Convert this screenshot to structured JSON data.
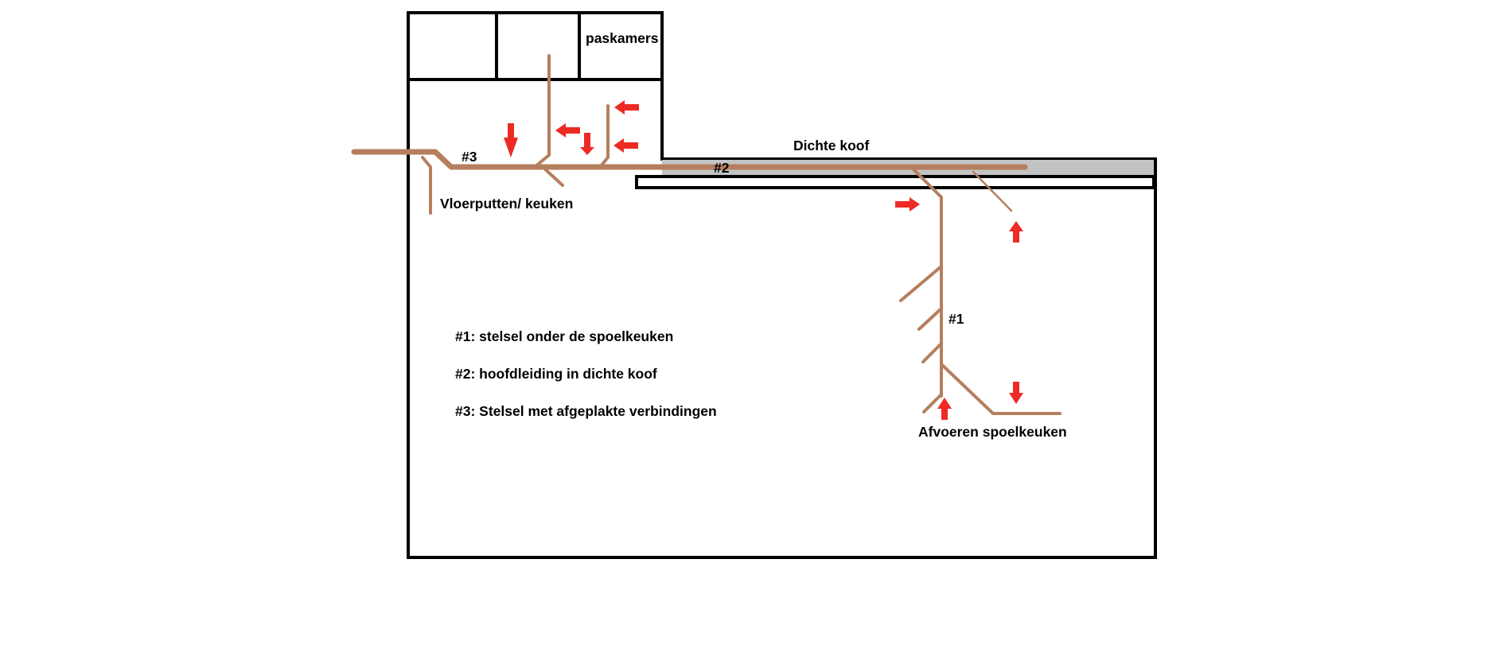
{
  "colors": {
    "wall": "#000000",
    "pipe": "#b57f5e",
    "arrow": "#ee2a24",
    "koof_fill": "#c3c3c3",
    "background": "#ffffff"
  },
  "labels": {
    "paskamers": "paskamers",
    "dichte_koof": "Dichte koof",
    "pipe_3": "#3",
    "pipe_2": "#2",
    "pipe_1": "#1",
    "vloerputten": "Vloerputten/ keuken",
    "afvoeren": "Afvoeren spoelkeuken"
  },
  "legend": [
    "#1: stelsel onder de spoelkeuken",
    "#2: hoofdleiding in dichte koof",
    "#3: Stelsel met afgeplakte verbindingen"
  ],
  "icons": {
    "arrow": "red-flow-arrow"
  }
}
